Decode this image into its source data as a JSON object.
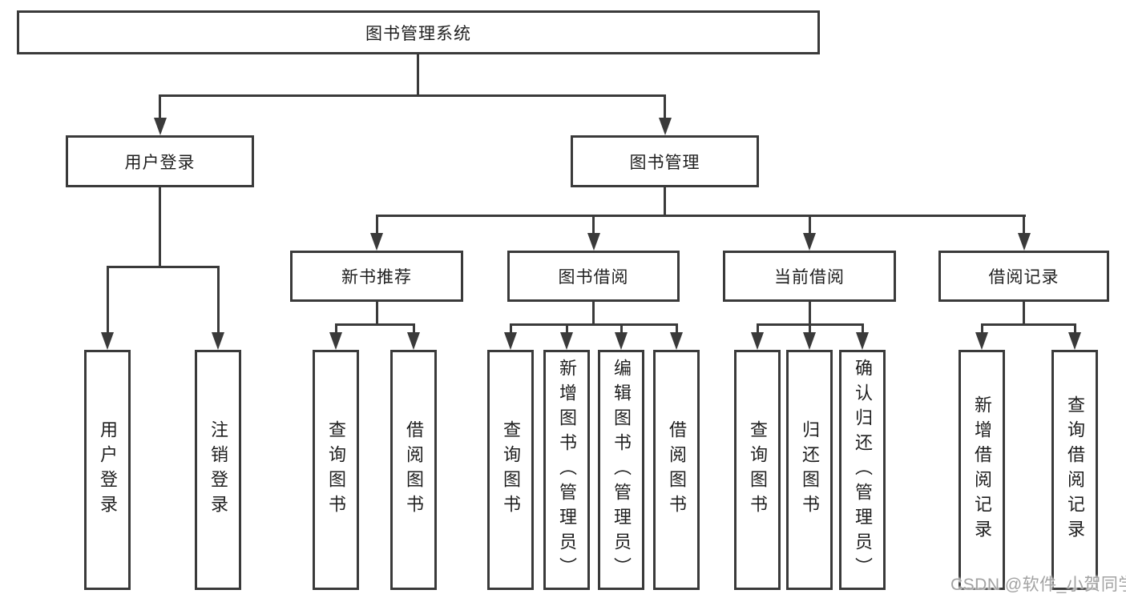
{
  "colors": {
    "line": "#3a3a3a",
    "ink": "#1f1f1f",
    "wm": "#a2a2a2",
    "bg": "#ffffff"
  },
  "watermark": {
    "text": "CSDN @软件_小贺同学"
  },
  "tree": {
    "root": {
      "label": "图书管理系统",
      "children": [
        {
          "label": "用户登录",
          "children": [
            {
              "label": "用户登录"
            },
            {
              "label": "注销登录"
            }
          ]
        },
        {
          "label": "图书管理",
          "children": [
            {
              "label": "新书推荐",
              "children": [
                {
                  "label": "查询图书"
                },
                {
                  "label": "借阅图书"
                }
              ]
            },
            {
              "label": "图书借阅",
              "children": [
                {
                  "label": "查询图书"
                },
                {
                  "label": "新增图书（管理员）"
                },
                {
                  "label": "编辑图书（管理员）"
                },
                {
                  "label": "借阅图书"
                }
              ]
            },
            {
              "label": "当前借阅",
              "children": [
                {
                  "label": "查询图书"
                },
                {
                  "label": "归还图书"
                },
                {
                  "label": "确认归还（管理员）"
                }
              ]
            },
            {
              "label": "借阅记录",
              "children": [
                {
                  "label": "新增借阅记录"
                },
                {
                  "label": "查询借阅记录"
                }
              ]
            }
          ]
        }
      ]
    }
  }
}
